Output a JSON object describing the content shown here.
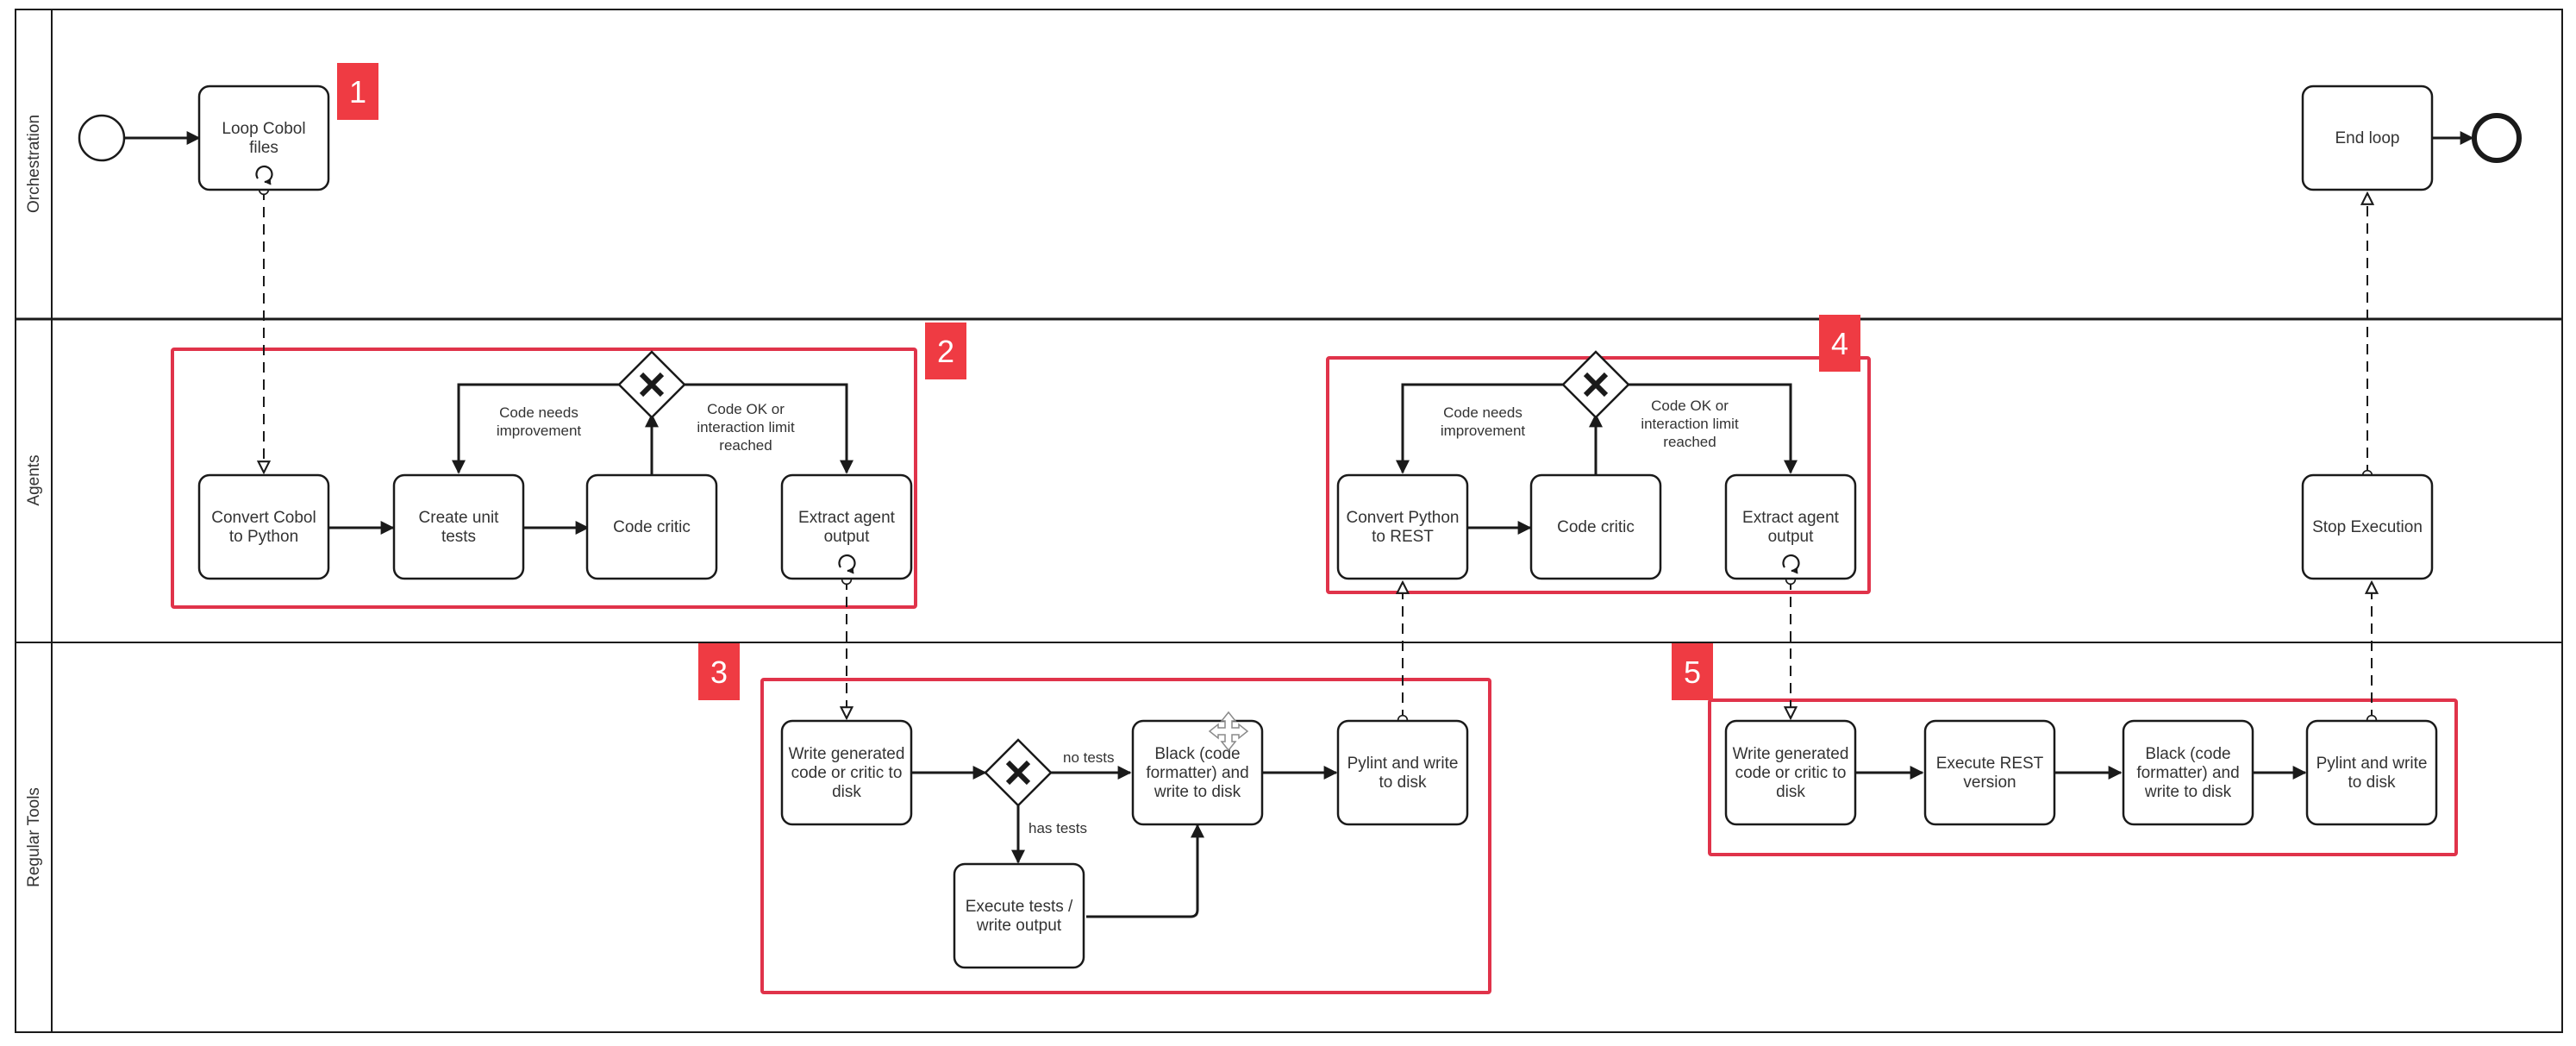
{
  "colors": {
    "stroke": "#1a1a1a",
    "highlight": "#e0334a",
    "badge": "#ef3b43",
    "text": "#333333",
    "background": "#ffffff"
  },
  "lanes": {
    "orchestration": "Orchestration",
    "agents": "Agents",
    "tools": "Regular Tools"
  },
  "tasks": {
    "loop_cobol": [
      "Loop Cobol",
      "files"
    ],
    "end_loop": [
      "End loop"
    ],
    "convert_cobol": [
      "Convert Cobol",
      "to Python"
    ],
    "create_tests": [
      "Create unit",
      "tests"
    ],
    "critic_1": [
      "Code critic"
    ],
    "extract_1": [
      "Extract agent",
      "output"
    ],
    "convert_rest": [
      "Convert Python",
      "to REST"
    ],
    "critic_2": [
      "Code critic"
    ],
    "extract_2": [
      "Extract agent",
      "output"
    ],
    "stop_exec": [
      "Stop Execution"
    ],
    "write_1": [
      "Write generated",
      "code or critic to",
      "disk"
    ],
    "black_1": [
      "Black (code",
      "formatter) and",
      "write to disk"
    ],
    "pylint_1": [
      "Pylint and write",
      "to disk"
    ],
    "exec_tests": [
      "Execute tests /",
      "write output"
    ],
    "write_2": [
      "Write generated",
      "code or critic to",
      "disk"
    ],
    "exec_rest": [
      "Execute REST",
      "version"
    ],
    "black_2": [
      "Black (code",
      "formatter) and",
      "write to disk"
    ],
    "pylint_2": [
      "Pylint and write",
      "to disk"
    ]
  },
  "edge_labels": {
    "needs_improvement_1": [
      "Code needs",
      "improvement"
    ],
    "ok_1": [
      "Code OK or",
      "interaction limit",
      "reached"
    ],
    "needs_improvement_2": [
      "Code needs",
      "improvement"
    ],
    "ok_2": [
      "Code OK or",
      "interaction limit",
      "reached"
    ],
    "no_tests": [
      "no tests"
    ],
    "has_tests": [
      "has tests"
    ]
  },
  "badges": {
    "b1": "1",
    "b2": "2",
    "b3": "3",
    "b4": "4",
    "b5": "5"
  },
  "icons": {
    "gateway": "exclusive-gateway-x-icon",
    "loop": "loop-marker-icon",
    "move": "move-cursor-icon"
  }
}
